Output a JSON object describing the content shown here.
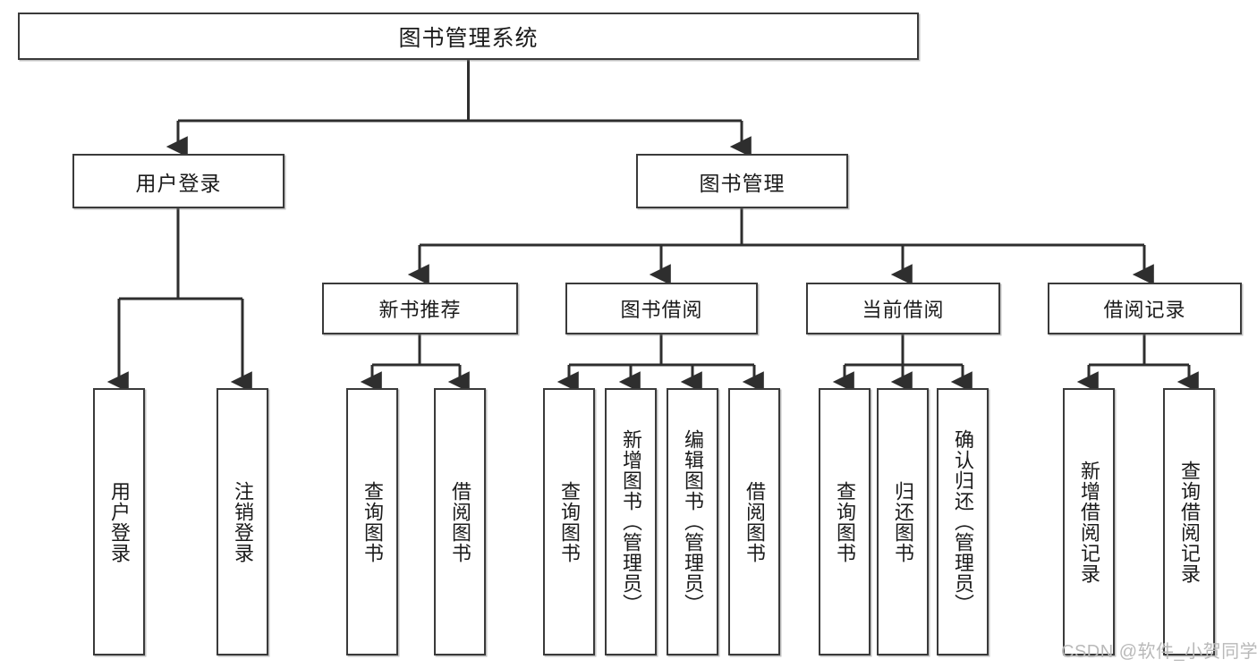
{
  "diagram": {
    "type": "tree-hierarchy",
    "title": "图书管理系统",
    "watermark": "CSDN @软件_小贺同学",
    "colors": {
      "stroke": "#3a3a3a",
      "fill": "#ffffff",
      "text": "#1b1b1b",
      "watermark": "#b9b9b9"
    },
    "nodes": {
      "root": {
        "label": "图书管理系统",
        "level": 1
      },
      "l2": [
        {
          "id": "user-login",
          "label": "用户登录",
          "level": 2
        },
        {
          "id": "book-manage",
          "label": "图书管理",
          "level": 2
        }
      ],
      "l3": [
        {
          "id": "new-book-rec",
          "label": "新书推荐",
          "level": 3
        },
        {
          "id": "book-borrow",
          "label": "图书借阅",
          "level": 3
        },
        {
          "id": "current-borrow",
          "label": "当前借阅",
          "level": 3
        },
        {
          "id": "borrow-record",
          "label": "借阅记录",
          "level": 3
        }
      ],
      "leaves": [
        {
          "id": "leaf-user-login",
          "label": "用户登录",
          "parent": "user-login"
        },
        {
          "id": "leaf-logout",
          "label": "注销登录",
          "parent": "user-login"
        },
        {
          "id": "leaf-query-book-1",
          "label": "查询图书",
          "parent": "new-book-rec"
        },
        {
          "id": "leaf-borrow-book-1",
          "label": "借阅图书",
          "parent": "new-book-rec"
        },
        {
          "id": "leaf-query-book-2",
          "label": "查询图书",
          "parent": "book-borrow"
        },
        {
          "id": "leaf-add-book",
          "label": "新增图书（管理员）",
          "parent": "book-borrow"
        },
        {
          "id": "leaf-edit-book",
          "label": "编辑图书（管理员）",
          "parent": "book-borrow"
        },
        {
          "id": "leaf-borrow-book-2",
          "label": "借阅图书",
          "parent": "book-borrow"
        },
        {
          "id": "leaf-query-book-3",
          "label": "查询图书",
          "parent": "current-borrow"
        },
        {
          "id": "leaf-return-book",
          "label": "归还图书",
          "parent": "current-borrow"
        },
        {
          "id": "leaf-confirm-return",
          "label": "确认归还（管理员）",
          "parent": "current-borrow"
        },
        {
          "id": "leaf-add-record",
          "label": "新增借阅记录",
          "parent": "borrow-record"
        },
        {
          "id": "leaf-query-record",
          "label": "查询借阅记录",
          "parent": "borrow-record"
        }
      ]
    }
  }
}
